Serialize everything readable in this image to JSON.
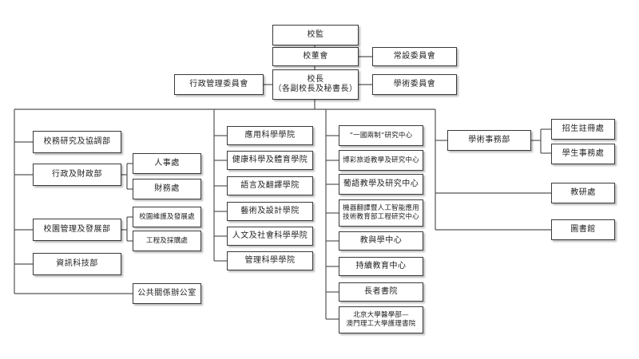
{
  "org_chart": {
    "top": {
      "supervision": "校監",
      "board": "校董會",
      "rector_line1": "校長",
      "rector_line2": "（各副校長及秘書長）",
      "standing_committee": "常設委員會",
      "academic_committee": "學術委員會",
      "admin_committee": "行政管理委員會"
    },
    "left": {
      "research_coordination": "校務研究及協調部",
      "admin_finance": "行政及財政部",
      "human_resources": "人事處",
      "finance_office": "財務處",
      "campus_mgmt": "校園管理及發展部",
      "campus_maintenance": "校園維護及發展處",
      "engineering_procurement": "工程及採購處",
      "it_department": "資訊科技部",
      "public_relations": "公共關係辦公室"
    },
    "faculties": [
      "應用科學學院",
      "健康科學及體育學院",
      "語言及翻譯學院",
      "藝術及設計學院",
      "人文及社會科學學院",
      "管理科學學院"
    ],
    "centres": {
      "one_country": "“一國兩制”研究中心",
      "gaming": "博彩旅遊教學及研究中心",
      "portuguese": "葡語教學及研究中心",
      "mt_ai_line1": "機器翻譯暨人工智能應用",
      "mt_ai_line2": "技術教育部工程研究中心",
      "teaching_learning": "教與學中心",
      "continuing_education": "持續教育中心",
      "elder_academy": "長者書院",
      "nursing_line1": "北京大學醫學部—",
      "nursing_line2": "澳門理工大學護理書院"
    },
    "right": {
      "academic_affairs": "學術事務部",
      "admission_registry": "招生註冊處",
      "student_affairs": "學生事務處",
      "teaching_research": "教研處",
      "library": "圖書館"
    }
  }
}
